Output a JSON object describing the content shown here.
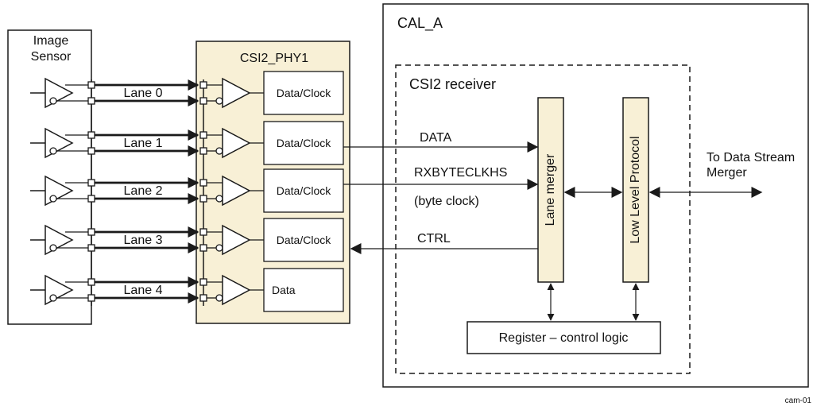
{
  "colors": {
    "stroke": "#1a1a1a",
    "phy_fill": "#f8f0d6",
    "lane_block_fill": "#f8f0d6",
    "box_fill": "#ffffff"
  },
  "image_sensor": {
    "title_line1": "Image",
    "title_line2": "Sensor"
  },
  "phy": {
    "title": "CSI2_PHY1",
    "blocks": [
      "Data/Clock",
      "Data/Clock",
      "Data/Clock",
      "Data/Clock",
      "Data"
    ]
  },
  "lanes": [
    "Lane 0",
    "Lane 1",
    "Lane 2",
    "Lane 3",
    "Lane 4"
  ],
  "cal": {
    "title": "CAL_A",
    "receiver_title": "CSI2 receiver",
    "lane_merger": "Lane merger",
    "low_level_protocol": "Low Level Protocol",
    "register": "Register – control logic"
  },
  "signals": {
    "data": "DATA",
    "clock": "RXBYTECLKHS",
    "clock_note": "(byte clock)",
    "ctrl": "CTRL"
  },
  "output": {
    "line1": "To Data Stream",
    "line2": "Merger"
  },
  "figure_id": "cam-01"
}
